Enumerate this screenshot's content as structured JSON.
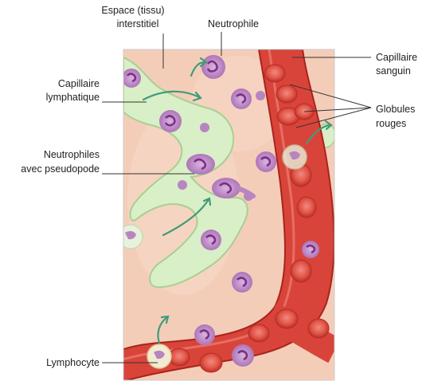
{
  "labels": {
    "interstitial_line1": "Espace (tissu)",
    "interstitial_line2": "interstitiel",
    "neutrophile": "Neutrophile",
    "lymph_capillary_line1": "Capillaire",
    "lymph_capillary_line2": "lymphatique",
    "neutrophils_pseudopod_line1": "Neutrophiles",
    "neutrophils_pseudopod_line2": "avec pseudopode",
    "lymphocyte": "Lymphocyte",
    "blood_capillary_line1": "Capillaire",
    "blood_capillary_line2": "sanguin",
    "red_cells_line1": "Globules",
    "red_cells_line2": "rouges"
  },
  "colors": {
    "tissue": "#f4cdb9",
    "lymph_vessel": "#d9efc7",
    "lymph_vessel_edge": "#a9cf92",
    "blood_vessel": "#d9443a",
    "blood_vessel_dark": "#a8241d",
    "red_cell": "#e2564a",
    "neutrophil": "#b786c0",
    "neutrophil_nucleus": "#7a2f86",
    "arrow": "#3f9c78"
  },
  "icons": {
    "flow_arrow": "flow-arrow-icon"
  }
}
